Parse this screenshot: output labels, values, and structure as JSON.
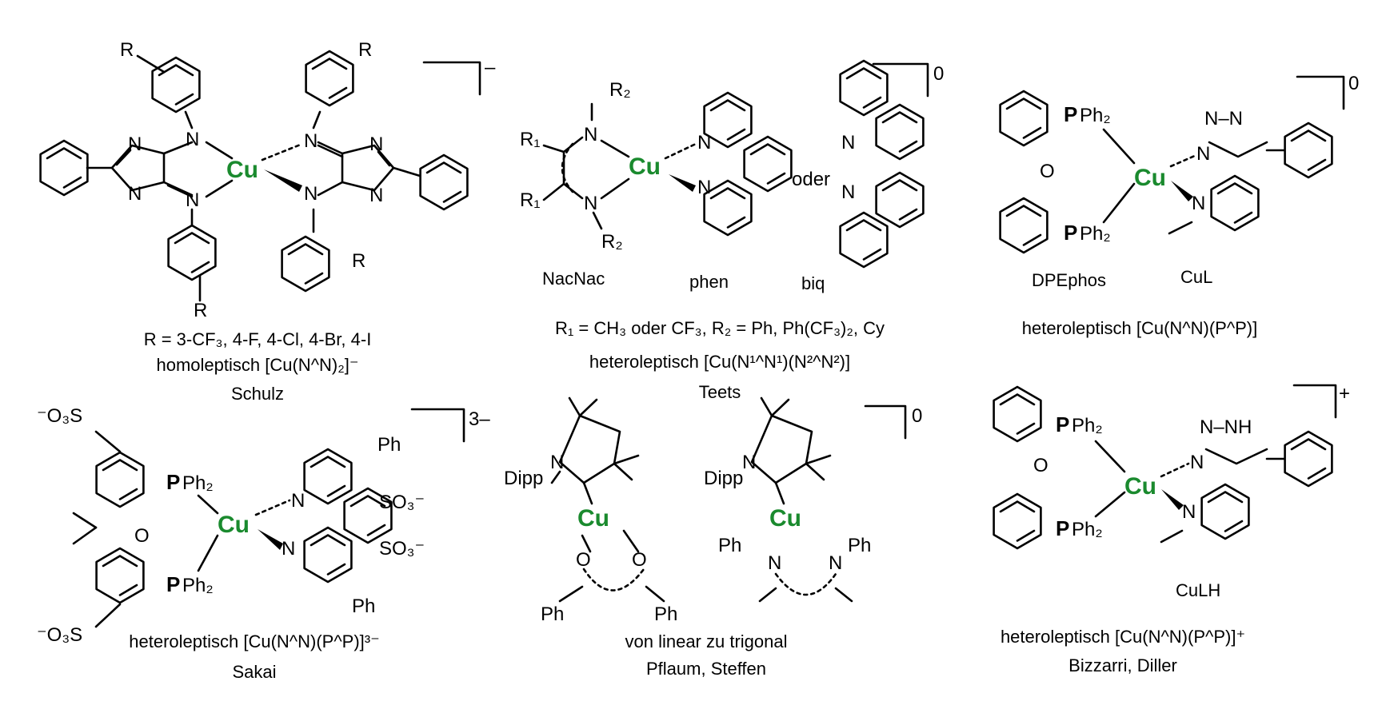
{
  "colors": {
    "copper": "#1a8a2e",
    "ink": "#000000"
  },
  "panels": [
    {
      "id": "schulz",
      "charge": "–",
      "atoms": {
        "cu": "Cu",
        "n": "N",
        "r": "R"
      },
      "captions": [
        "R = 3-CF₃, 4-F, 4-Cl, 4-Br, 4-I",
        "homoleptisch [Cu(N^N)₂]⁻",
        "Schulz"
      ]
    },
    {
      "id": "teets",
      "charge": "0",
      "atoms": {
        "cu": "Cu",
        "n": "N",
        "r1": "R₁",
        "r2": "R₂"
      },
      "ligand_labels": [
        "NacNac",
        "phen",
        "biq"
      ],
      "oder": "oder",
      "captions": [
        "R₁ = CH₃ oder CF₃, R₂ = Ph, Ph(CF₃)₂, Cy",
        "heteroleptisch [Cu(N¹^N¹)(N²^N²)]",
        "Teets"
      ]
    },
    {
      "id": "cul",
      "charge": "0",
      "atoms": {
        "cu": "Cu",
        "n": "N",
        "o": "O",
        "pph2_p": "P",
        "pph2_rest": "Ph₂",
        "nn": "N–N"
      },
      "ligand_labels": [
        "DPEphos",
        "CuL"
      ],
      "captions": [
        "heteroleptisch [Cu(N^N)(P^P)]"
      ]
    },
    {
      "id": "sakai",
      "charge": "3–",
      "atoms": {
        "cu": "Cu",
        "n": "N",
        "o": "O",
        "pph2_p": "P",
        "pph2_rest": "Ph₂",
        "so3": "⁻O₃S",
        "so3r": "SO₃⁻",
        "ph": "Ph"
      },
      "captions": [
        "heteroleptisch [Cu(N^N)(P^P)]³⁻",
        "Sakai"
      ]
    },
    {
      "id": "pflaum",
      "charge": "0",
      "atoms": {
        "cu": "Cu",
        "n": "N",
        "o": "O",
        "dipp": "Dipp",
        "ph": "Ph"
      },
      "captions": [
        "von linear zu trigonal",
        "Pflaum, Steffen"
      ]
    },
    {
      "id": "culh",
      "charge": "+",
      "atoms": {
        "cu": "Cu",
        "n": "N",
        "o": "O",
        "nh": "N–NH",
        "pph2_p": "P",
        "pph2_rest": "Ph₂"
      },
      "ligand_labels": [
        "CuLH"
      ],
      "captions": [
        "heteroleptisch [Cu(N^N)(P^P)]⁺",
        "Bizzarri, Diller"
      ]
    }
  ]
}
